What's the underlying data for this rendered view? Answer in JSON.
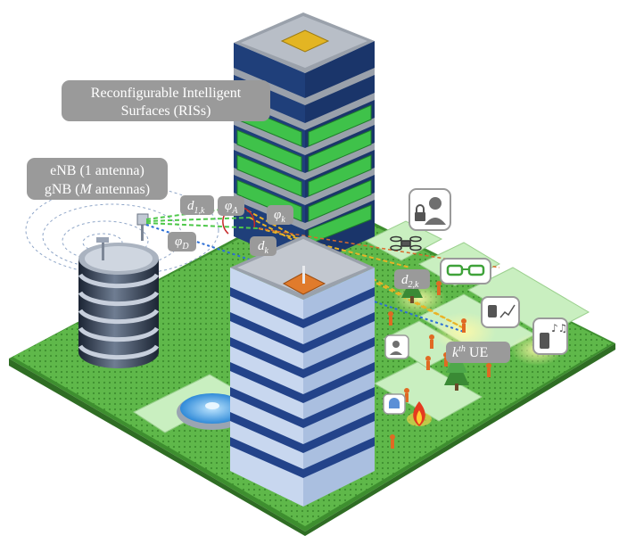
{
  "labels": {
    "ris_line1": "Reconfigurable Intelligent",
    "ris_line2": "Surfaces (RISs)",
    "enb_line1": "eNB (1 antenna)",
    "gnb_prefix": "gNB (",
    "gnb_m": "M",
    "gnb_suffix": " antennas)",
    "d1k_main": "d",
    "d1k_sub": "1,k",
    "phiA_main": "φ",
    "phiA_sub": "A",
    "phik_main": "φ",
    "phik_sub": "k",
    "phiD_main": "φ",
    "phiD_sub": "D",
    "dk_main": "d",
    "dk_sub": "k",
    "d2k_main": "d",
    "d2k_sub": "2,k",
    "ue_k": "k",
    "ue_sup": "th",
    "ue_text": " UE"
  },
  "colors": {
    "grass": "#5fb84a",
    "grass_dark": "#3e8f2f",
    "plot": "#c9efc0",
    "tower_blue": "#1f3f7a",
    "ris_green": "#3fc24a",
    "label_gray": "#9a9a9a"
  },
  "icons": [
    "security-camera-person-icon",
    "drone-icon",
    "smart-glasses-icon",
    "smartwatch-icon",
    "smartphone-music-icon",
    "face-recognition-icon",
    "alarm-icon",
    "fire-icon",
    "tree-icon",
    "fountain-icon",
    "antenna-icon"
  ]
}
